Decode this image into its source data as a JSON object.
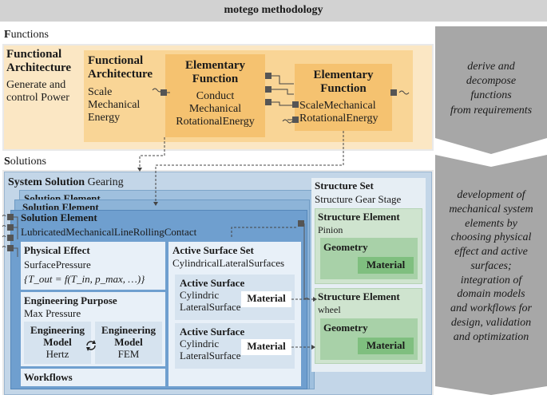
{
  "banner": "motego methodology",
  "functions": {
    "heading_initial": "F",
    "heading_rest": "unctions",
    "outer": {
      "title_l1": "Functional",
      "title_l2": "Architecture",
      "desc_l1": "Generate and",
      "desc_l2": "control Power"
    },
    "inner": {
      "title_l1": "Functional",
      "title_l2": "Architecture",
      "desc_l1": "Scale",
      "desc_l2": "Mechanical",
      "desc_l3": "Energy"
    },
    "ef1": {
      "title_l1": "Elementary",
      "title_l2": "Function",
      "desc_l1": "Conduct",
      "desc_l2": "Mechanical",
      "desc_l3": "RotationalEnergy"
    },
    "ef2": {
      "title_l1": "Elementary",
      "title_l2": "Function",
      "desc_l1": "ScaleMechanical",
      "desc_l2": "RotationalEnergy"
    },
    "side": {
      "l1": "derive and",
      "l2": "decompose",
      "l3": "functions",
      "l4": "from requirements"
    }
  },
  "solutions": {
    "heading_initial": "S",
    "heading_rest": "olutions",
    "system_title": "System Solution",
    "system_name": "Gearing",
    "solution_element_stack": "Solution Element",
    "solution_element": {
      "title": "Solution Element",
      "name": "LubricatedMechanicalLineRollingContact"
    },
    "physical_effect": {
      "title": "Physical Effect",
      "name": "SurfacePressure",
      "formula": "{T_out = f(T_in, p_max, …)}"
    },
    "engineering_purpose": {
      "title": "Engineering Purpose",
      "name": "Max Pressure"
    },
    "model1": {
      "l1": "Engineering",
      "l2": "Model",
      "name": "Hertz"
    },
    "model2": {
      "l1": "Engineering",
      "l2": "Model",
      "name": "FEM"
    },
    "workflows": "Workflows",
    "active_surface_set": {
      "title": "Active Surface Set",
      "name": "CylindricalLateralSurfaces"
    },
    "active_surface1": {
      "title": "Active Surface",
      "l1": "Cylindric",
      "l2": "LateralSurface",
      "material": "Material"
    },
    "active_surface2": {
      "title": "Active Surface",
      "l1": "Cylindric",
      "l2": "LateralSurface",
      "material": "Material"
    },
    "structure_set": {
      "title": "Structure Set",
      "name": "Structure Gear Stage"
    },
    "structure_element1": {
      "title": "Structure Element",
      "name": "Pinion",
      "geometry": "Geometry",
      "material": "Material"
    },
    "structure_element2": {
      "title": "Structure Element",
      "name": "wheel",
      "geometry": "Geometry",
      "material": "Material"
    },
    "side": {
      "l1": "development of",
      "l2": "mechanical system",
      "l3": "elements by",
      "l4": "choosing physical",
      "l5": "effect and active",
      "l6": "surfaces;",
      "l7": "integration of",
      "l8": "domain models",
      "l9": "and workflows for",
      "l10": "design, validation",
      "l11": "and optimization"
    }
  }
}
